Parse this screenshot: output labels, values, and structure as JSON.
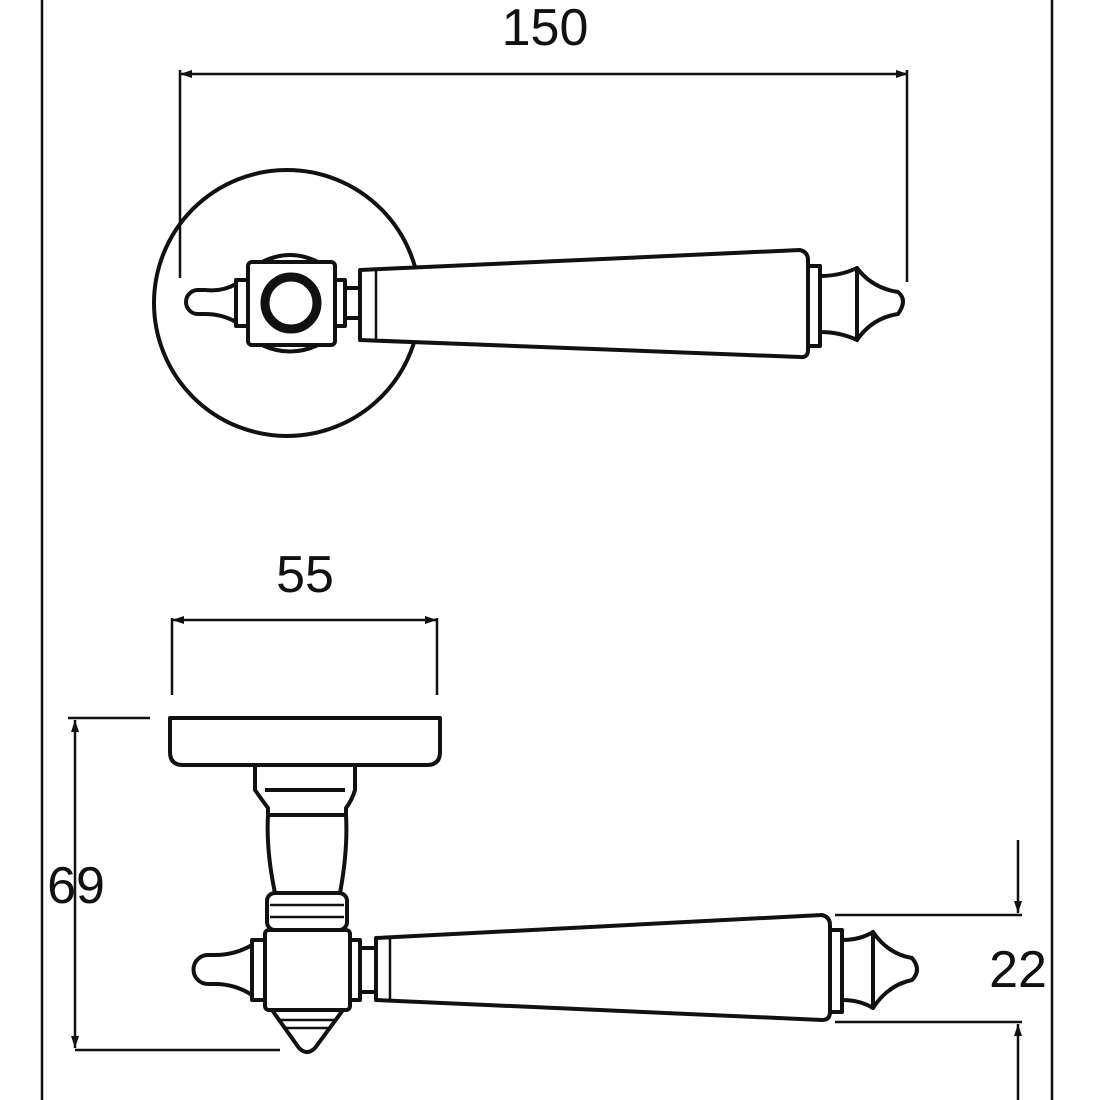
{
  "dimensions": {
    "overall_length": "150",
    "rose_diameter": "55",
    "projection": "69",
    "lever_width": "22"
  },
  "colors": {
    "line": "#111111",
    "background": "#ffffff"
  }
}
